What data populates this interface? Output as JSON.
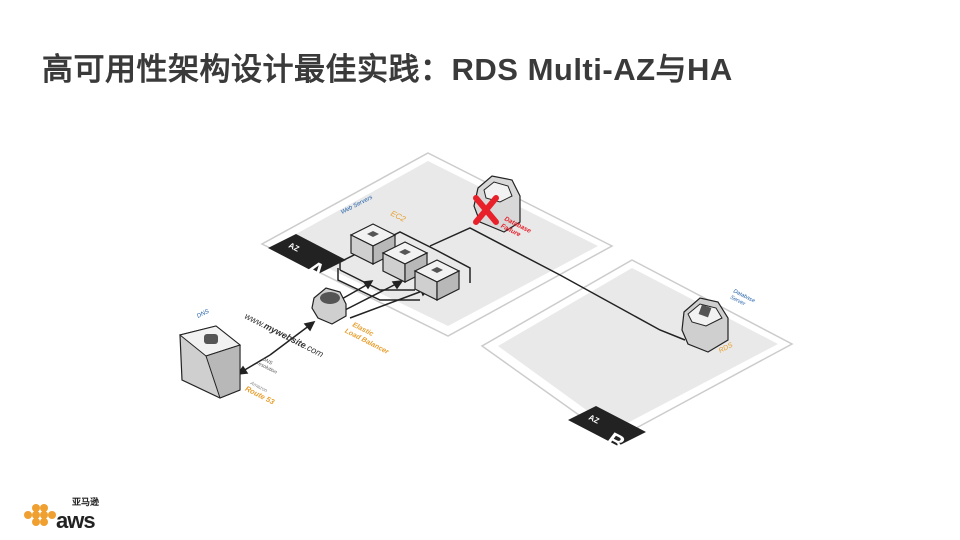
{
  "slide": {
    "title": "高可用性架构设计最佳实践：RDS Multi-AZ与HA"
  },
  "diagram": {
    "az_a": {
      "prefix": "AZ",
      "letter": "A"
    },
    "az_b": {
      "prefix": "AZ",
      "letter": "B"
    },
    "web_servers_label": "Web Servers",
    "ec2_label": "EC2",
    "db_failure_label_1": "Database",
    "db_failure_label_2": "Failure",
    "db_server_label_1": "Database",
    "db_server_label_2": "Server",
    "rds_label": "RDS",
    "elb_label_1": "Elastic",
    "elb_label_2": "Load Balancer",
    "dns_label": "DNS",
    "url_prefix": "www.",
    "url_main": "mywebsite",
    "url_suffix": ".com",
    "dns_resolution_1": "DNS",
    "dns_resolution_2": "resolution",
    "route53_label_1": "Amazon",
    "route53_label_2": "Route 53",
    "colors": {
      "label_blue": "#1f5fa8",
      "label_orange": "#e8a030",
      "failure_red": "#e8202a",
      "platform": "#e9e9e9"
    }
  },
  "logo": {
    "cn": "亚马逊",
    "text": "aws"
  }
}
